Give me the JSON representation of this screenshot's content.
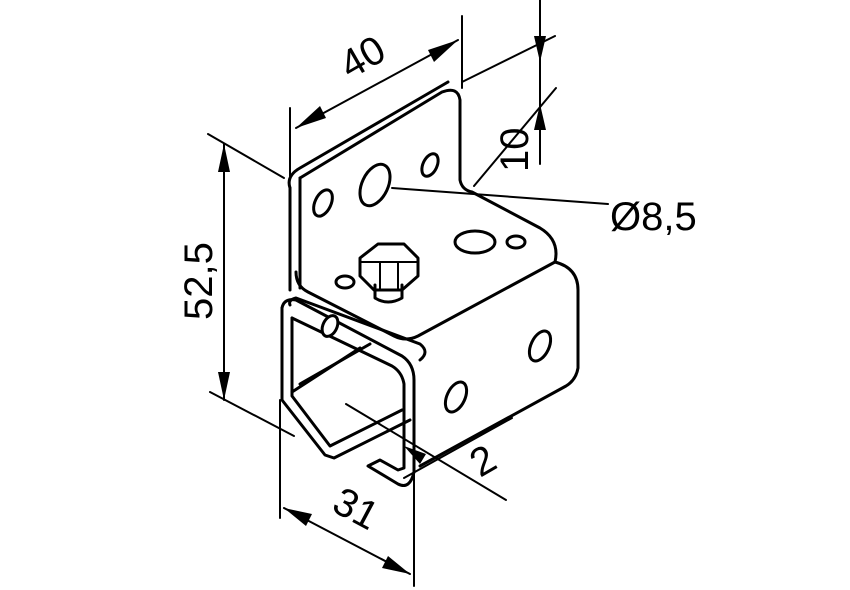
{
  "dimensions": {
    "width_40": "40",
    "height_52_5": "52,5",
    "offset_10": "10",
    "hole_dia": "Ø8,5",
    "depth_31": "31",
    "thickness_2": "2"
  }
}
